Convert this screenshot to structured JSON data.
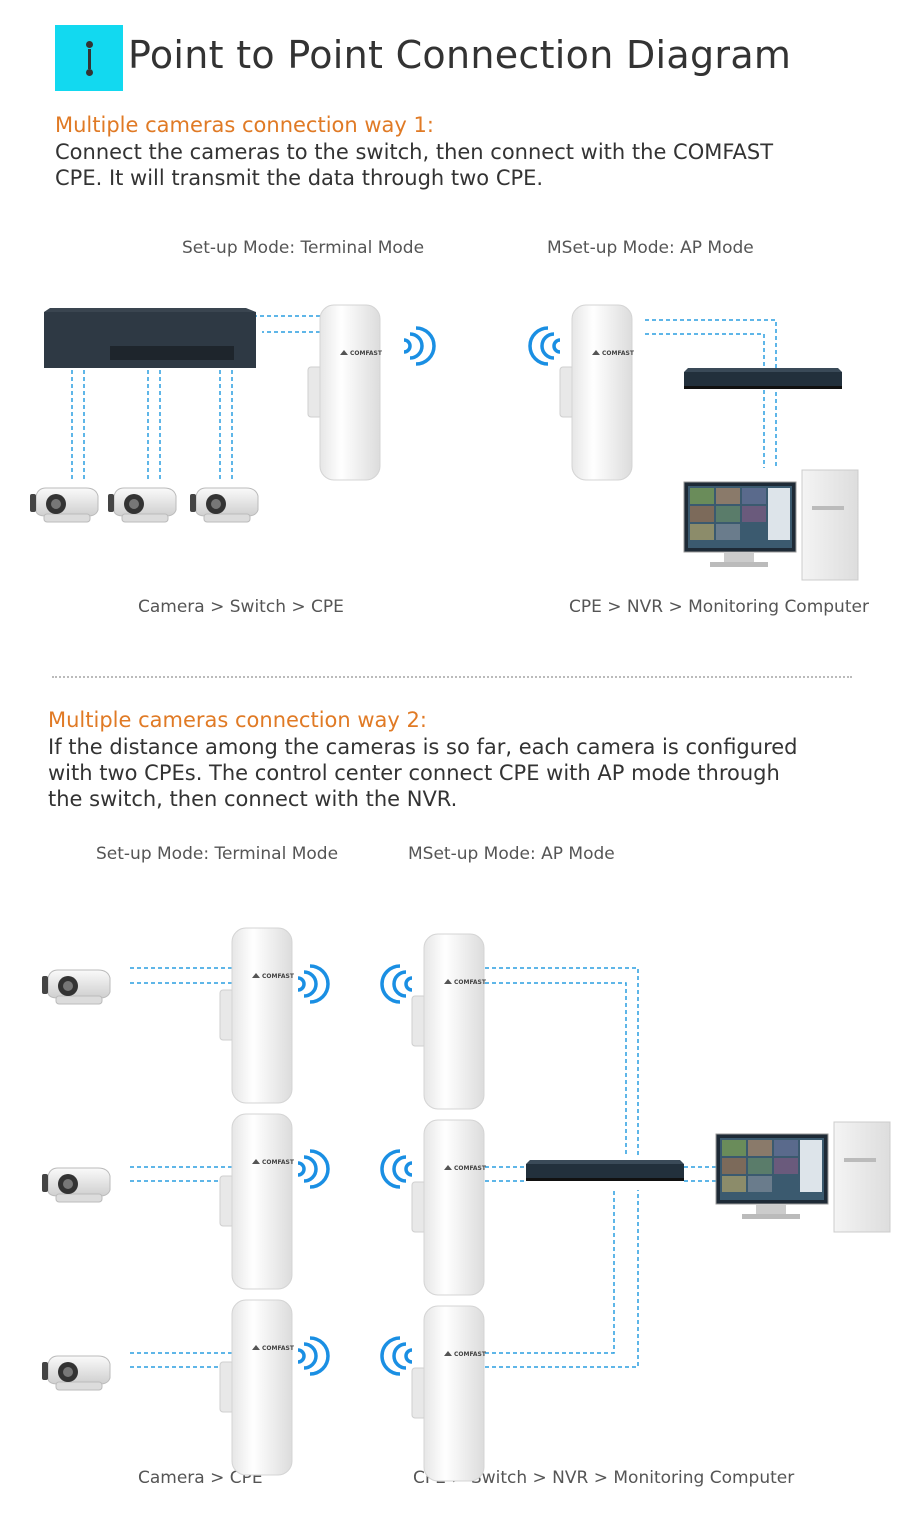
{
  "header": {
    "title": "Point to Point Connection Diagram",
    "icon": "vertical-connection-icon",
    "accent": "#12d9f0"
  },
  "section1": {
    "heading": "Multiple cameras connection way 1:",
    "description_line1": "Connect the cameras to the switch, then connect with the COMFAST",
    "description_line2": "CPE. It will transmit the data through two CPE.",
    "mode_left": "Set-up Mode: Terminal Mode",
    "mode_right": "MSet-up Mode: AP Mode",
    "caption_left": "Camera > Switch > CPE",
    "caption_right": "CPE > NVR > Monitoring Computer"
  },
  "section2": {
    "heading": "Multiple cameras connection way 2:",
    "description_line1": "If the distance among the cameras is so far, each camera is configured",
    "description_line2": "with two CPEs. The control center connect CPE with AP mode through",
    "description_line3": "the switch, then connect with the NVR.",
    "mode_left": "Set-up Mode: Terminal Mode",
    "mode_right": "MSet-up Mode: AP Mode",
    "caption_left": "Camera > CPE",
    "caption_right": "CPE > Switch > NVR > Monitoring Computer"
  },
  "device_brand": "COMFAST",
  "colors": {
    "heading": "#e07a25",
    "link_line": "#2a9ee0",
    "text": "#333333"
  }
}
